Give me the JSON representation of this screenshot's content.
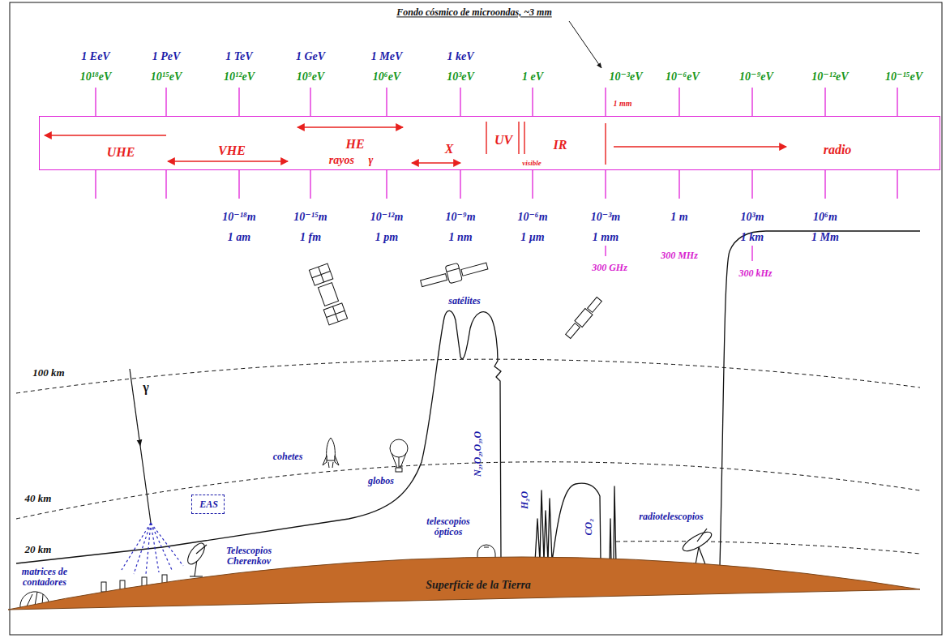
{
  "diagram": {
    "title": "Fondo cósmico de microondas, ~3 mm",
    "nodes": [
      {
        "text": [
          "UHE",
          "VHE",
          "HE",
          "rayos γ",
          "X",
          "UV",
          "visible",
          "IR",
          "radio"
        ]
      },
      {
        "text": [
          "EAS"
        ]
      },
      {
        "text": [
          "Superficie de la Tierra"
        ]
      }
    ],
    "labels": [
      "1 EeV",
      "10¹⁸eV",
      "1 PeV",
      "10¹⁵eV",
      "1 TeV",
      "10¹²eV",
      "1 GeV",
      "10⁹eV",
      "1 MeV",
      "10⁶eV",
      "1 keV",
      "10³eV",
      "1 eV",
      "10⁻³eV",
      "10⁻⁶eV",
      "10⁻⁹eV",
      "10⁻¹²eV",
      "10⁻¹⁵eV",
      "1 mm",
      "10⁻¹⁸m",
      "1 am",
      "10⁻¹⁵m",
      "1 fm",
      "10⁻¹²m",
      "1 pm",
      "10⁻⁹m",
      "1 nm",
      "10⁻⁶m",
      "1 µm",
      "10⁻³m",
      "1 mm",
      "1 m",
      "10³m",
      "1 km",
      "10⁶m",
      "1 Mm",
      "300 GHz",
      "300 MHz",
      "300 kHz",
      "satélites",
      "100 km",
      "40 km",
      "20 km",
      "γ",
      "cohetes",
      "globos",
      "N₂,O₂,O₃,O",
      "H₂O",
      "CO₂",
      "telescopios ópticos",
      "radiotelescopios",
      "Telescopios Cherenkov",
      "matrices de contadores"
    ]
  }
}
